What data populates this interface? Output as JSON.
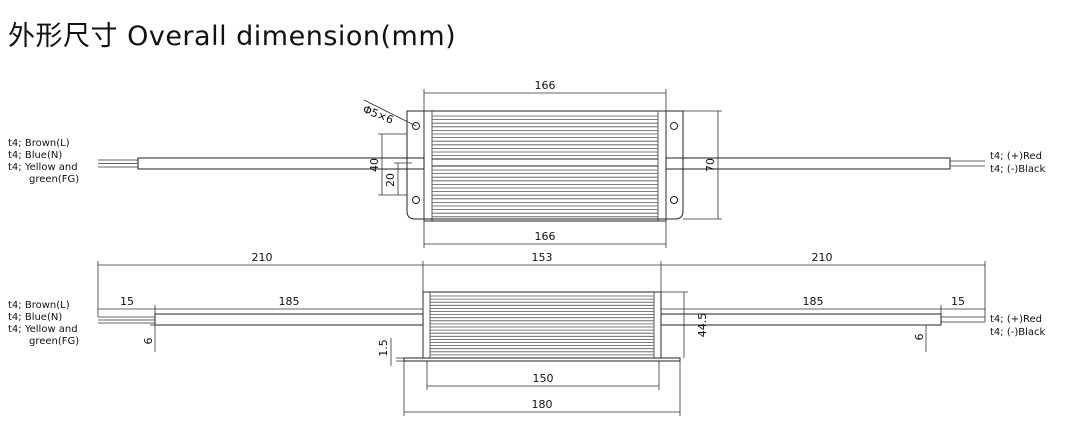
{
  "title": "外形尺寸 Overall dimension(mm)",
  "top_view": {
    "dims": {
      "length_top": "166",
      "length_bottom": "166",
      "hole": "Φ5×6",
      "mount_spacing": "40",
      "center_offset": "20",
      "height": "70"
    }
  },
  "side_view": {
    "dims": {
      "left_cable": "210",
      "right_cable": "210",
      "case_length": "153",
      "left_sheath": "185",
      "right_sheath": "185",
      "left_strip": "15",
      "right_strip": "15",
      "left_wire": "6",
      "right_wire": "6",
      "height": "44.5",
      "flange_thickness": "1.5",
      "base_length": "150",
      "flange_length": "180"
    }
  },
  "labels": {
    "input_lines": [
      "t4; Brown(L)",
      "t4; Blue(N)",
      "t4; Yellow and",
      "green(FG)"
    ],
    "output_lines": [
      "t4; (+)Red",
      "t4; (-)Black"
    ]
  }
}
